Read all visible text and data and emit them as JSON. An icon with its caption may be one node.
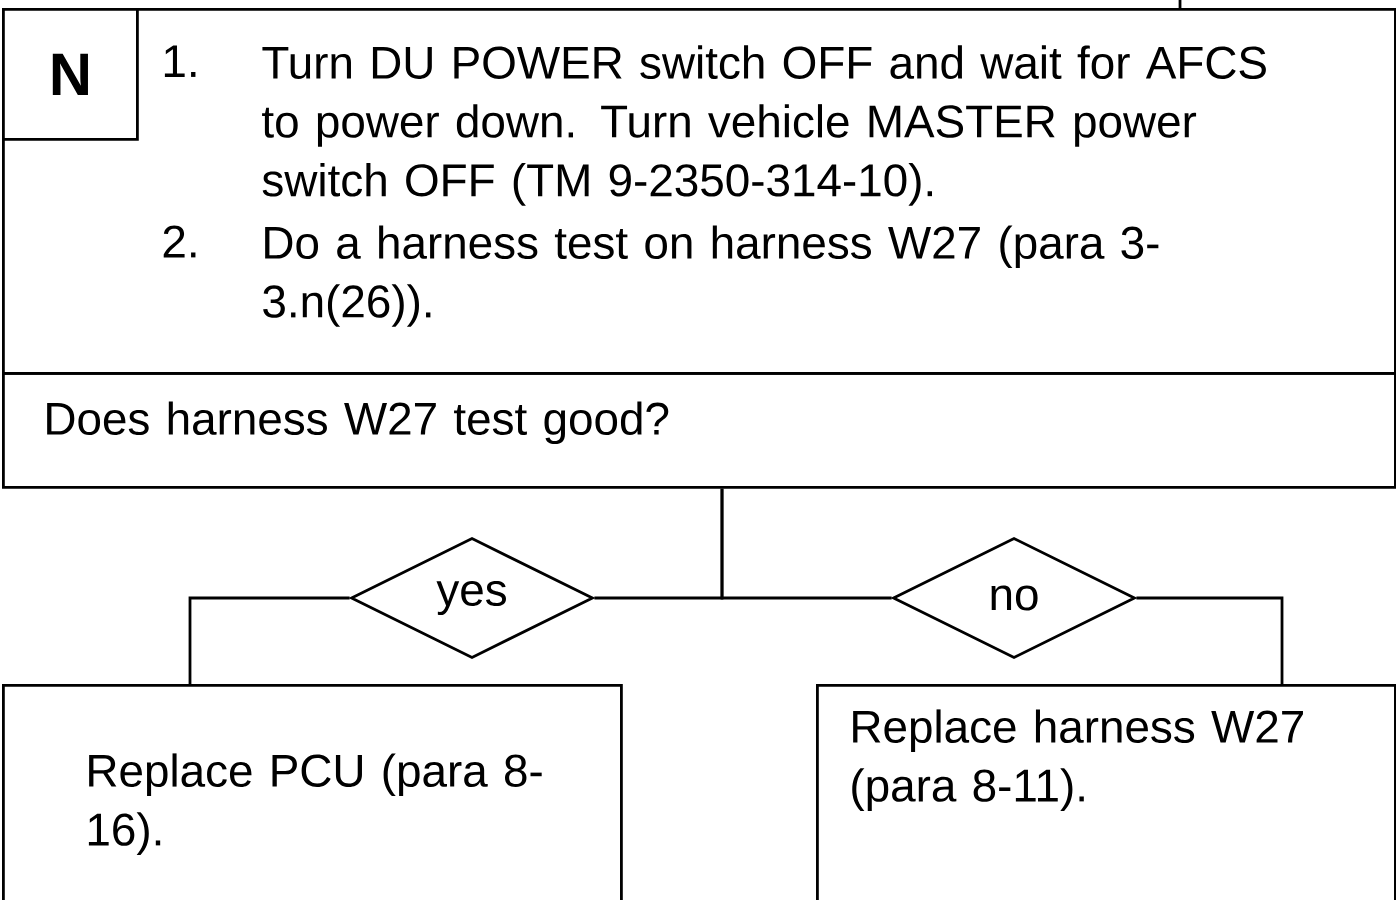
{
  "diagram": {
    "nodes": [
      {
        "text": [
          "N"
        ],
        "in": 1
      },
      {
        "text": [
          "1.",
          "Turn DU POWER switch OFF and wait for AFCS to power down.  Turn vehicle MASTER power switch OFF (TM 9-2350-314-10).",
          "2.",
          "Do a harness test on harness W27 (para 3-3.n(26))."
        ]
      },
      {
        "text": [
          "Does harness W27 test good?"
        ]
      },
      {
        "text": [
          "yes"
        ]
      },
      {
        "text": [
          "no"
        ]
      },
      {
        "text": [
          "Replace PCU (para 8-16)."
        ]
      },
      {
        "text": [
          "Replace harness W27 (para 8-11)."
        ]
      }
    ],
    "edges": [
      {
        "from": 2,
        "to": 3,
        "arrow": "none"
      },
      {
        "from": 2,
        "to": 4,
        "arrow": "none"
      },
      {
        "from": 3,
        "to": 5,
        "arrow": "none"
      },
      {
        "from": 4,
        "to": 6,
        "arrow": "none"
      }
    ]
  }
}
